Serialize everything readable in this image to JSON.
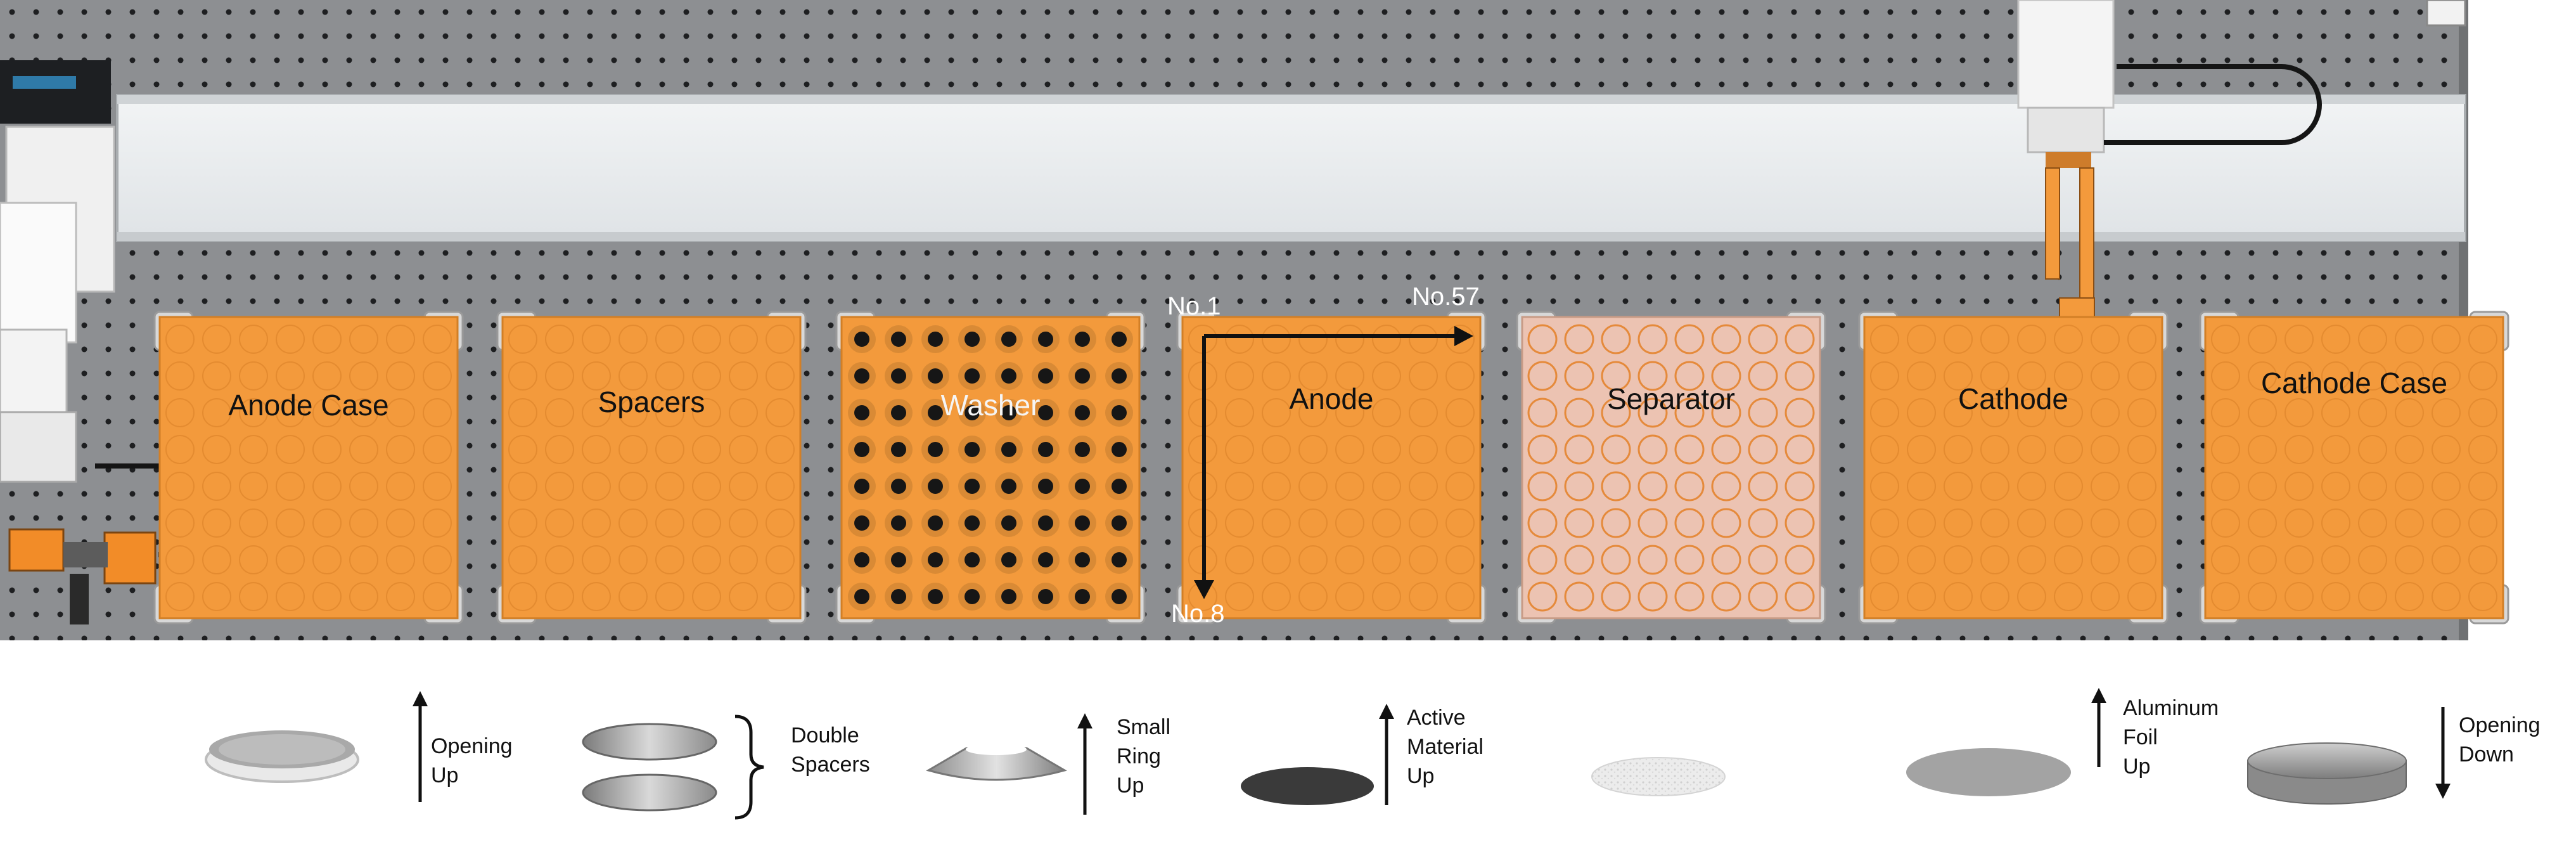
{
  "trays": [
    {
      "label": "Anode Case"
    },
    {
      "label": "Spacers"
    },
    {
      "label": "Washer"
    },
    {
      "label": "Anode"
    },
    {
      "label": "Separator"
    },
    {
      "label": "Cathode"
    },
    {
      "label": "Cathode Case"
    }
  ],
  "grid_annotations": {
    "start": "No.1",
    "row_end": "No.57",
    "col_end": "No.8"
  },
  "legend": [
    {
      "lines": [
        "Opening",
        "Up"
      ],
      "arrow": "up",
      "icon": "open-case-icon"
    },
    {
      "lines": [
        "Double",
        "Spacers"
      ],
      "arrow": "brace",
      "icon": "double-spacers-icon"
    },
    {
      "lines": [
        "Small",
        "Ring",
        "Up"
      ],
      "arrow": "up",
      "icon": "washer-icon"
    },
    {
      "lines": [
        "Active",
        "Material",
        "Up"
      ],
      "arrow": "up",
      "icon": "anode-disc-icon"
    },
    {
      "lines": [],
      "arrow": "none",
      "icon": "separator-disc-icon"
    },
    {
      "lines": [
        "Aluminum",
        "Foil",
        "Up"
      ],
      "arrow": "up",
      "icon": "cathode-disc-icon"
    },
    {
      "lines": [
        "Opening",
        "Down"
      ],
      "arrow": "down",
      "icon": "closed-case-icon"
    }
  ],
  "colors": {
    "tray_orange": "#f39a3c",
    "pegboard": "#8d8f92",
    "separator_tint": "#ecc3b2",
    "rail": "#e6e9eb"
  }
}
